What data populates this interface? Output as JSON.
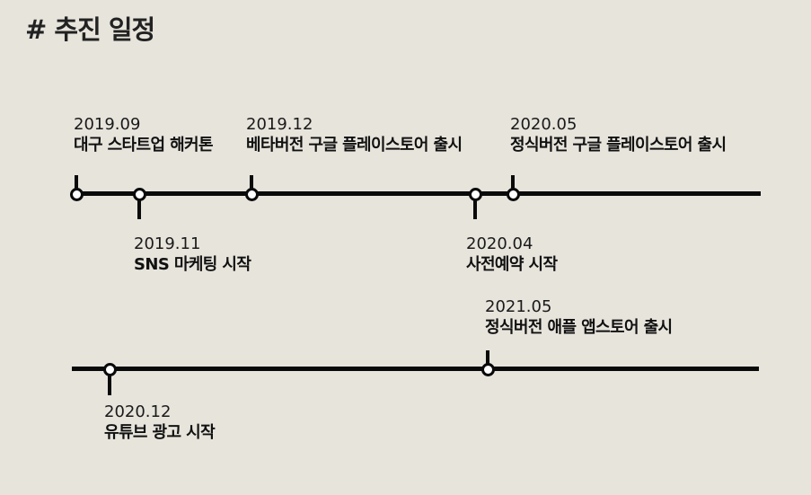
{
  "title": "# 추진 일정",
  "colors": {
    "background": "#e7e4dc",
    "line": "#0a0a0a",
    "dot_fill": "#ffffff"
  },
  "milestones": [
    {
      "date": "2019.09",
      "event": "대구 스타트업 해커톤"
    },
    {
      "date": "2019.11",
      "event": "SNS 마케팅 시작"
    },
    {
      "date": "2019.12",
      "event": "베타버전 구글 플레이스토어 출시"
    },
    {
      "date": "2020.04",
      "event": "사전예약 시작"
    },
    {
      "date": "2020.05",
      "event": "정식버전 구글 플레이스토어 출시"
    },
    {
      "date": "2020.12",
      "event": "유튜브 광고 시작"
    },
    {
      "date": "2021.05",
      "event": "정식버전 애플 앱스토어 출시"
    }
  ]
}
